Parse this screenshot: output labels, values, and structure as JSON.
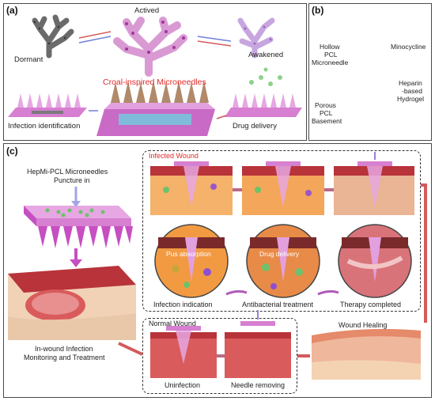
{
  "panel_a": {
    "tag": "(a)",
    "dormant": "Dormant",
    "actived": "Actived",
    "awakened": "Awakened",
    "title": "Croal-inspired Microneedles",
    "infection_identification": "Infection identification",
    "drug_delivery": "Drug delivery"
  },
  "panel_b": {
    "tag": "(b)",
    "hollow_1": "Hollow",
    "hollow_2": "PCL",
    "hollow_3": "Microneedle",
    "minocycline": "Minocycline",
    "heparin_1": "Heparin",
    "heparin_2": "-based",
    "heparin_3": "Hydrogel",
    "porous_1": "Porous",
    "porous_2": "PCL",
    "porous_3": "Basement"
  },
  "panel_c": {
    "tag": "(c)",
    "hepmi_1": "HepMi-PCL Microneedles",
    "hepmi_2": "Puncture in",
    "inwound_1": "In-wound Infection",
    "inwound_2": "Monitoring and Treatment",
    "infected_wound": "Infected Wound",
    "pus_absorption": "Pus absorption",
    "drug_delivery": "Drug delivery",
    "infection_indication": "Infection indication",
    "antibacterial_treatment": "Antibacterial treatment",
    "therapy_completed": "Therapy completed",
    "normal_wound": "Normal Wound",
    "uninfection": "Uninfection",
    "needle_removing": "Needle removing",
    "wound_healing": "Wound Healing"
  },
  "colors": {
    "pink": "#e07ad8",
    "magenta": "#c64fc1",
    "red_arrow": "#d45a5a",
    "blue_arrow": "#6f7fd8",
    "tissue": "#c9413f",
    "green": "#6cc26a"
  }
}
